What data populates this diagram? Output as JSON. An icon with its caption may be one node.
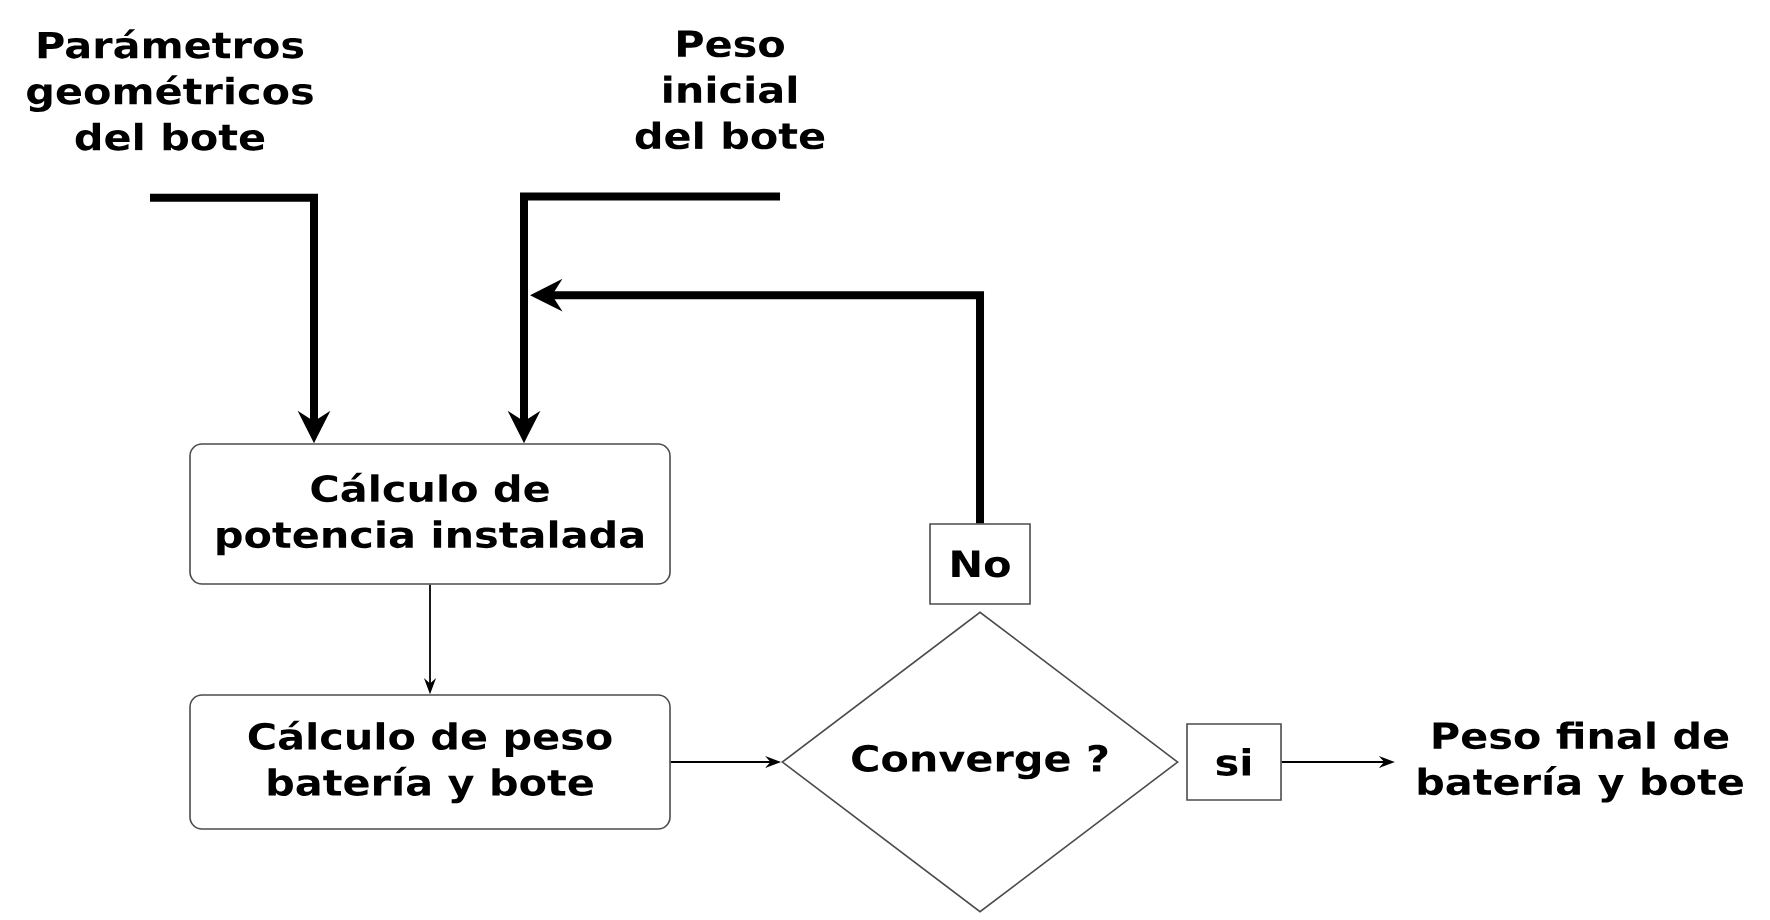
{
  "diagram": {
    "nodes": [
      {
        "text": [
          "Parámetros geométricos del bote"
        ]
      },
      {
        "text": [
          "Peso inicial del bote"
        ]
      },
      {
        "text": [
          "Cálculo de potencia instalada"
        ]
      },
      {
        "text": [
          "Cálculo de peso batería y bote"
        ]
      },
      {
        "text": [
          "Converge ?"
        ]
      },
      {
        "text": [
          "No"
        ]
      },
      {
        "text": [
          "si"
        ]
      },
      {
        "text": [
          "Peso final de batería y bote"
        ]
      }
    ],
    "edges": [
      {
        "from": 0,
        "to": 2,
        "arrow": "to",
        "style": "thick"
      },
      {
        "from": 1,
        "to": 2,
        "arrow": "to",
        "style": "thick"
      },
      {
        "from": 2,
        "to": 3,
        "arrow": "to"
      },
      {
        "from": 3,
        "to": 4,
        "arrow": "to"
      },
      {
        "from": 5,
        "to": 2,
        "arrow": "to",
        "style": "thick"
      },
      {
        "from": 6,
        "to": 7,
        "arrow": "to"
      }
    ]
  }
}
